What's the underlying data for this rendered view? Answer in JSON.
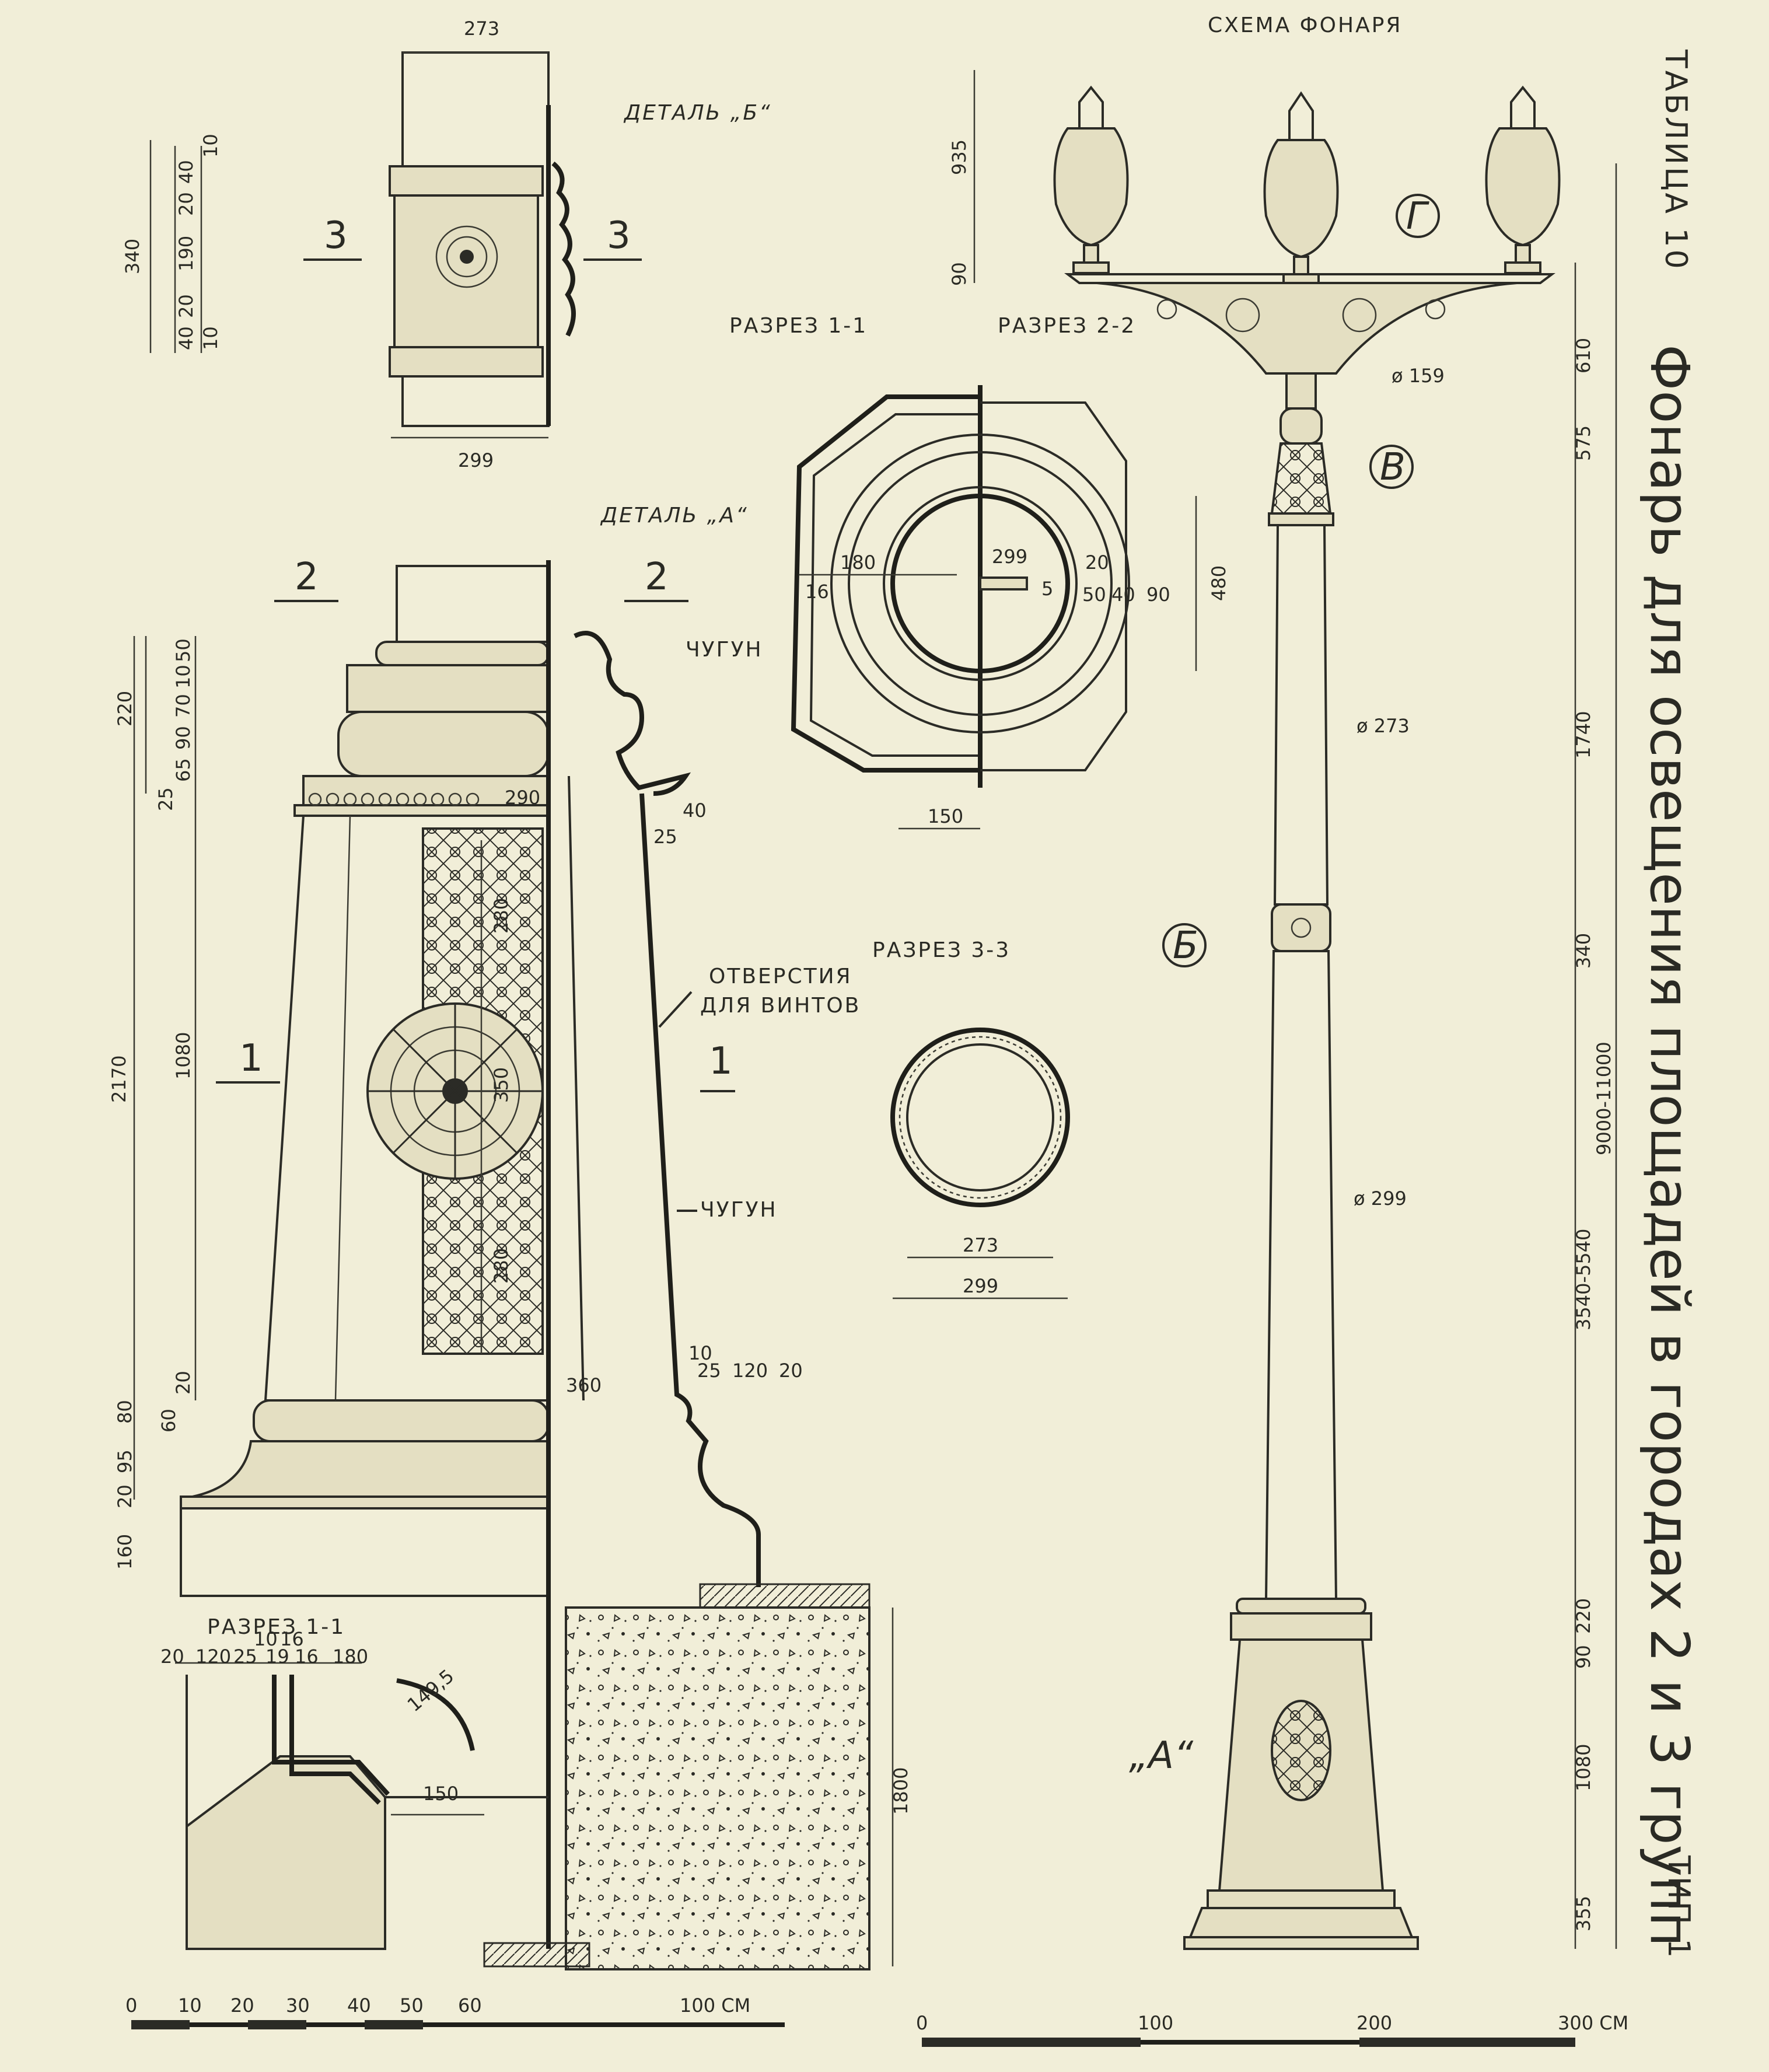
{
  "sheet": {
    "table_label": "ТАБЛИЦА 10",
    "title": "Фонарь для освещения площадей в городах 2 и 3 групп",
    "type_label": "ТИП 1"
  },
  "views": {
    "scheme": "СХЕМА ФОНАРЯ",
    "detail_b": "ДЕТАЛЬ „Б“",
    "detail_a": "ДЕТАЛЬ „А“",
    "section_11_top": "РАЗРЕЗ 1-1",
    "section_22": "РАЗРЕЗ 2-2",
    "section_33": "РАЗРЕЗ 3-3",
    "section_11_bottom": "РАЗРЕЗ 1-1"
  },
  "callouts": {
    "g": "Г",
    "v": "В",
    "b": "Б",
    "a": "„А“"
  },
  "cut_marks": {
    "c2": "2",
    "c1": "1",
    "c3": "3"
  },
  "notes": {
    "cast_iron": "ЧУГУН",
    "screw_holes_1": "ОТВЕРСТИЯ",
    "screw_holes_2": "ДЛЯ ВИНТОВ"
  },
  "dimensions": {
    "detail_b": {
      "top_width": "273",
      "bottom_width": "299",
      "total_height": "340",
      "rows": [
        "10",
        "40",
        "20",
        "190",
        "20",
        "40",
        "10"
      ]
    },
    "detail_a": {
      "total_height": "2170",
      "top_zone": "220",
      "stack": [
        "50",
        "10",
        "70",
        "90",
        "65",
        "25"
      ],
      "middle": "1080",
      "plinth": [
        "20",
        "80",
        "60",
        "95",
        "20",
        "160"
      ],
      "ornament": [
        "280",
        "350",
        "280"
      ],
      "widths": [
        "290",
        "40",
        "25",
        "360",
        "10",
        "25",
        "120",
        "20"
      ]
    },
    "section_22": {
      "d_inner": "299",
      "left": "180",
      "rim": "16",
      "gap": "5",
      "rings": [
        "20",
        "50",
        "40",
        "90"
      ],
      "height": "480",
      "bottom": "150"
    },
    "section_33": {
      "inner": "273",
      "outer": "299"
    },
    "section_11_bottom": {
      "row": [
        "20",
        "120",
        "25",
        "10",
        "19",
        "16",
        "16",
        "180"
      ],
      "radius": "149,5",
      "offset": "150"
    },
    "foundation": "1800",
    "lantern": {
      "lamp_height": "935",
      "bracket": "90",
      "bracket_h": "610",
      "collar": "575",
      "d159": "ø 159",
      "d273": "ø 273",
      "d299": "ø 299",
      "upper_shaft": "1740",
      "ring": "340",
      "lower_shaft": "3540-5540",
      "overall": "9000-11000",
      "base_top": "220",
      "base_ring": "90",
      "base_mid": "1080",
      "base_foot": "355"
    }
  },
  "scales": {
    "left": {
      "ticks": [
        "0",
        "10",
        "20",
        "30",
        "40",
        "50",
        "60"
      ],
      "end": "100 СМ"
    },
    "right": {
      "ticks": [
        "0",
        "100",
        "200"
      ],
      "end": "300 СМ"
    }
  }
}
